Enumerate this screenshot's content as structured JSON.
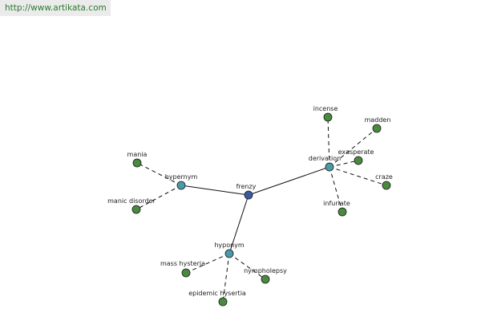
{
  "watermark": {
    "url": "http://www.artikata.com"
  },
  "colors": {
    "center": "#3a5aa0",
    "relation": "#4b9aa8",
    "leaf": "#4a8a3e"
  },
  "graph": {
    "center": {
      "id": "frenzy",
      "label": "frenzy"
    },
    "relations": [
      {
        "id": "hypernym",
        "label": "hypernym"
      },
      {
        "id": "derivation",
        "label": "derivation"
      },
      {
        "id": "hyponym",
        "label": "hyponym"
      }
    ],
    "leaves": [
      {
        "id": "mania",
        "label": "mania",
        "relation": "hypernym"
      },
      {
        "id": "manic-disorder",
        "label": "manic disorder",
        "relation": "hypernym"
      },
      {
        "id": "incense",
        "label": "incense",
        "relation": "derivation"
      },
      {
        "id": "madden",
        "label": "madden",
        "relation": "derivation"
      },
      {
        "id": "exasperate",
        "label": "exasperate",
        "relation": "derivation"
      },
      {
        "id": "craze",
        "label": "craze",
        "relation": "derivation"
      },
      {
        "id": "infuriate",
        "label": "infuriate",
        "relation": "derivation"
      },
      {
        "id": "mass-hysteria",
        "label": "mass hysteria",
        "relation": "hyponym"
      },
      {
        "id": "nympholepsy",
        "label": "nympholepsy",
        "relation": "hyponym"
      },
      {
        "id": "epidemic-hysertia",
        "label": "epidemic hysertia",
        "relation": "hyponym"
      }
    ]
  }
}
